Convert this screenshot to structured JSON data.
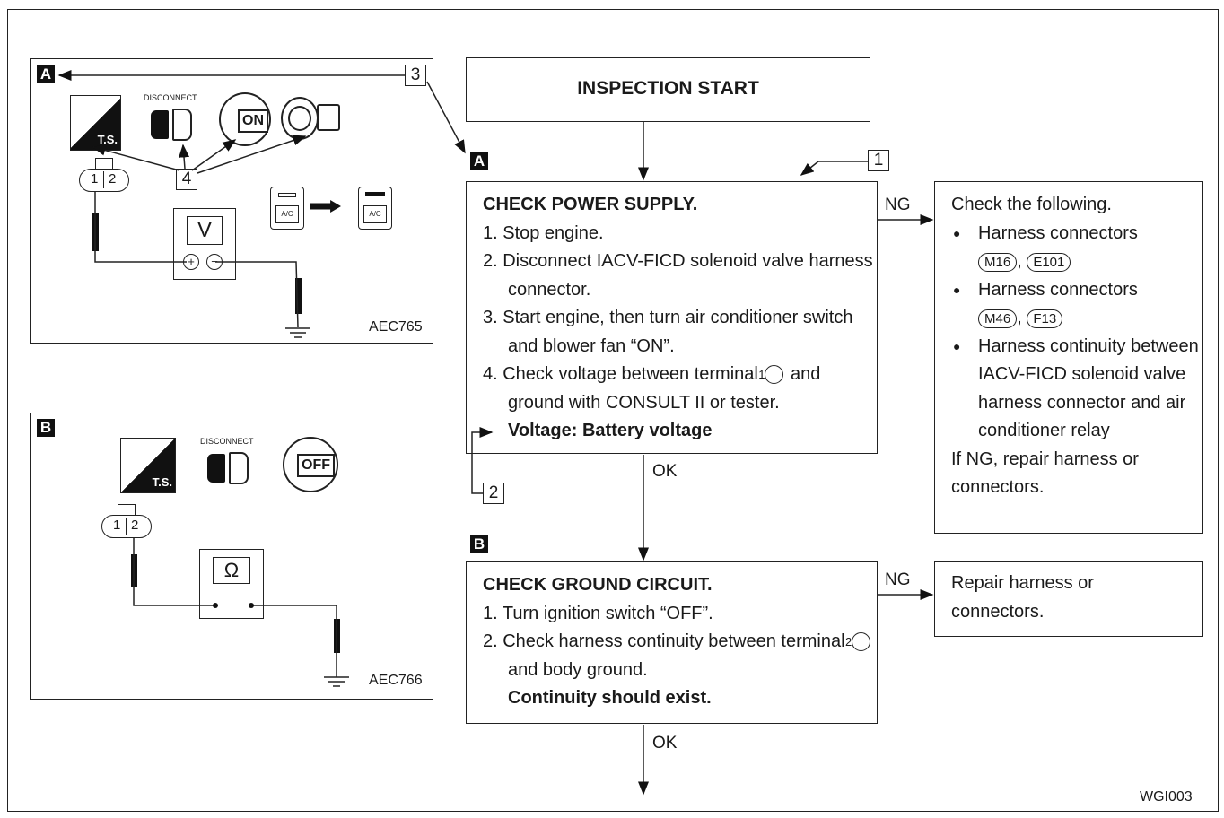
{
  "figure_id": "WGI003",
  "labels": {
    "a": "A",
    "b": "B",
    "ref1": "1",
    "ref2": "2",
    "ref3": "3",
    "ref4": "4"
  },
  "panel_a": {
    "code": "AEC765",
    "ts": "T.S.",
    "disconnect": "DISCONNECT",
    "key_on": "ON",
    "terminals": [
      "1",
      "2"
    ],
    "meter": "V",
    "plus": "+",
    "minus": "−",
    "ac": "A/C"
  },
  "panel_b": {
    "code": "AEC766",
    "ts": "T.S.",
    "disconnect": "DISCONNECT",
    "key_off": "OFF",
    "terminals": [
      "1",
      "2"
    ],
    "meter": "Ω"
  },
  "start": {
    "label": "INSPECTION START"
  },
  "power": {
    "title": "CHECK POWER SUPPLY.",
    "steps": [
      "1. Stop engine.",
      "2. Disconnect IACV-FICD solenoid valve harness connector.",
      "3. Start engine, then turn air conditioner switch and blower fan “ON”."
    ],
    "step4_a": "4. Check voltage between terminal",
    "step4_term": "1",
    "step4_b": "and ground with CONSULT II or tester.",
    "spec": "Voltage: Battery voltage"
  },
  "ng1": {
    "title": "Check the following.",
    "item1": "Harness connectors",
    "item1_conn": [
      "M16",
      "E101"
    ],
    "item2": "Harness connectors",
    "item2_conn": [
      "M46",
      "F13"
    ],
    "item3": "Harness continuity between IACV-FICD solenoid valve harness connector and air conditioner relay",
    "footer": "If NG, repair harness or connectors."
  },
  "ground": {
    "title": "CHECK GROUND CIRCUIT.",
    "step1": "1. Turn ignition switch “OFF”.",
    "step2_a": "2. Check harness continuity between terminal",
    "step2_term": "2",
    "step2_b": "and body ground.",
    "spec": "Continuity should exist."
  },
  "ng2": {
    "text": "Repair harness or connectors."
  },
  "flow": {
    "ng": "NG",
    "ok": "OK"
  },
  "separator": ","
}
